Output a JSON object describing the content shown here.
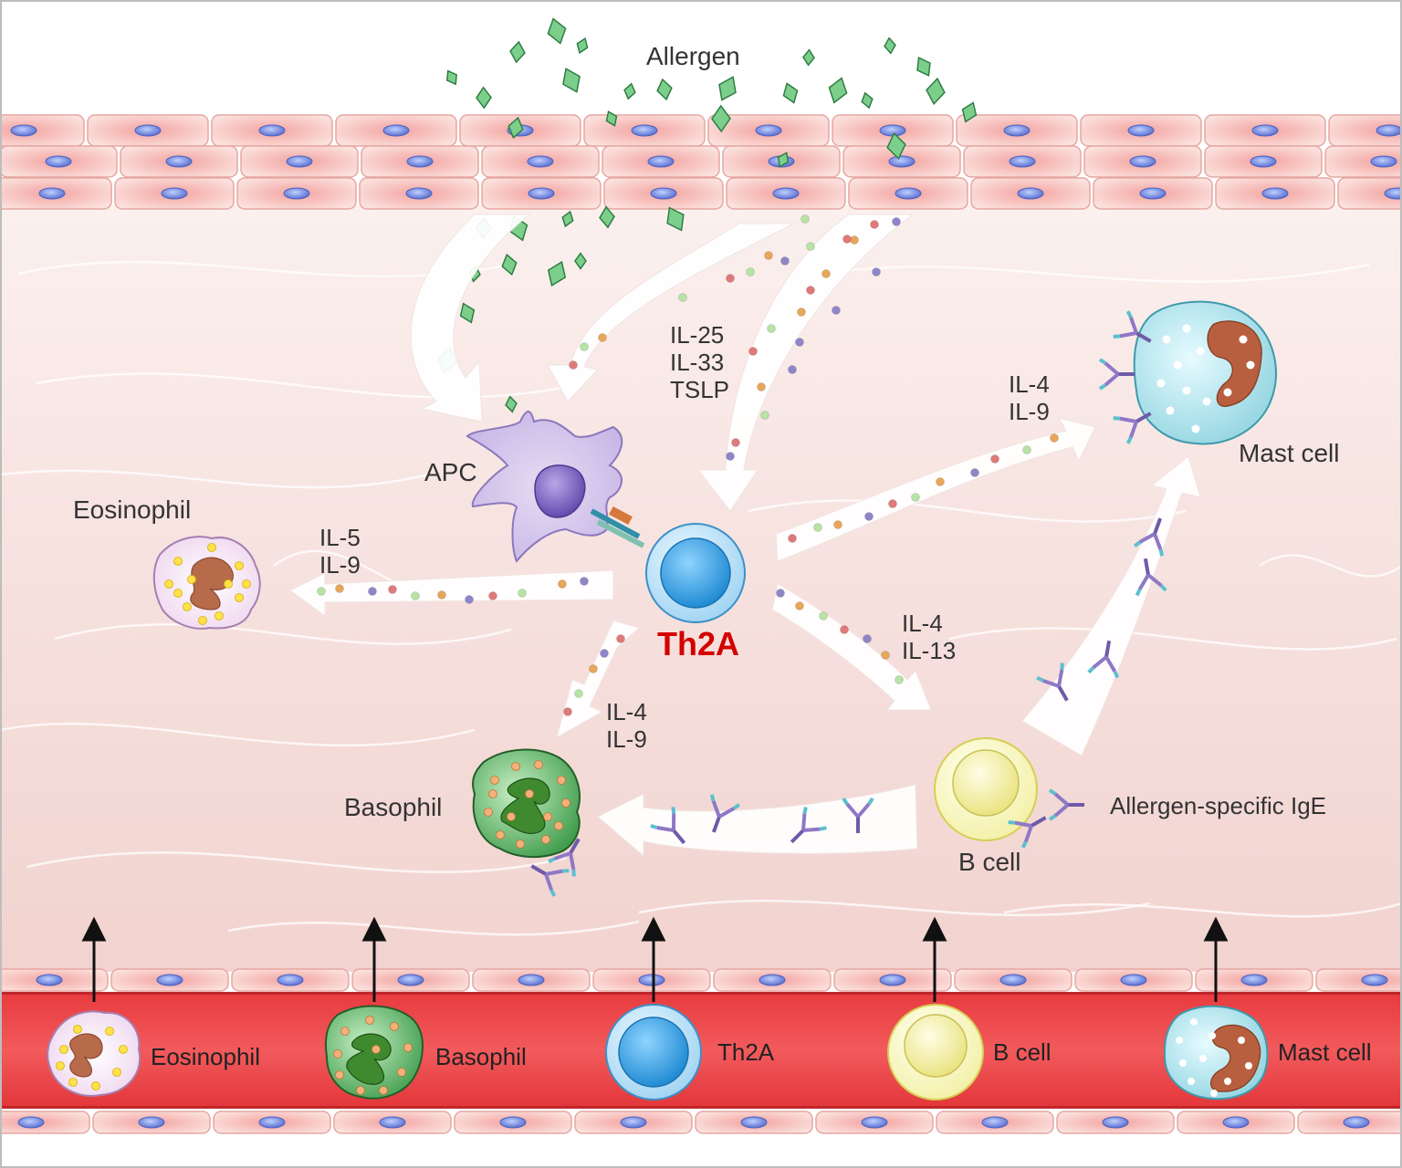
{
  "labels": {
    "allergen": "Allergen",
    "apc": "APC",
    "th2a": "Th2A",
    "eosinophil": "Eosinophil",
    "basophil": "Basophil",
    "mast_cell": "Mast cell",
    "b_cell": "B cell",
    "allergen_specific_ige": "Allergen-specific IgE"
  },
  "cytokines": {
    "epithelial": [
      "IL-25",
      "IL-33",
      "TSLP"
    ],
    "to_eosinophil": [
      "IL-5",
      "IL-9"
    ],
    "to_mast_cell": [
      "IL-4",
      "IL-9"
    ],
    "to_basophil": [
      "IL-4",
      "IL-9"
    ],
    "to_b_cell": [
      "IL-4",
      "IL-13"
    ]
  },
  "blood_vessel": {
    "cells": [
      "Eosinophil",
      "Basophil",
      "Th2A",
      "B cell",
      "Mast cell"
    ]
  },
  "colors": {
    "th2a_label": "#d40000",
    "allergen": "#5aa86a",
    "epithelium": "#f6c9c4",
    "vessel": "#e8383c"
  }
}
